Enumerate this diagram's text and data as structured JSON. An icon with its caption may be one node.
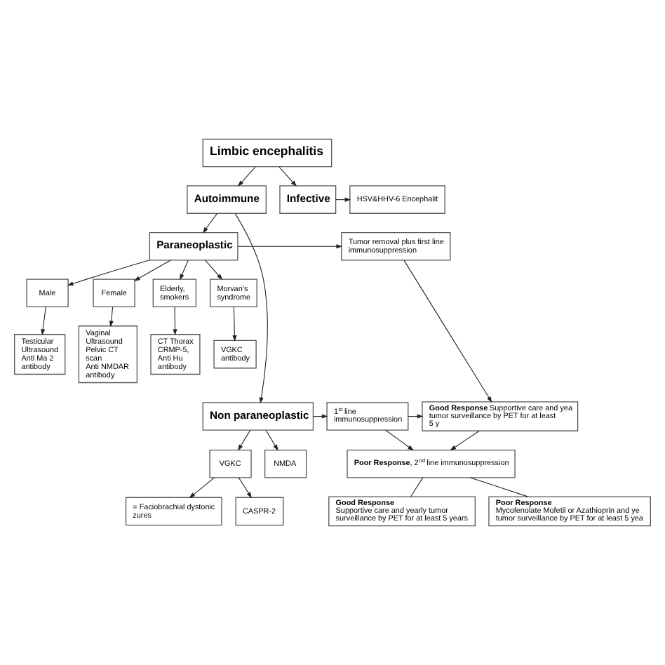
{
  "diagram": {
    "nodes": [
      {
        "text": [
          "Limbic encephalitis"
        ]
      },
      {
        "text": [
          "Autoimmune"
        ]
      },
      {
        "text": [
          "Infective"
        ]
      },
      {
        "text": [
          "HSV&HHV-6 Encephalit"
        ]
      },
      {
        "text": [
          "Paraneoplastic"
        ]
      },
      {
        "text": [
          "Tumor removal plus first line immunosuppression"
        ]
      },
      {
        "text": [
          "Male"
        ]
      },
      {
        "text": [
          "Female"
        ]
      },
      {
        "text": [
          "Elderly, smokers"
        ]
      },
      {
        "text": [
          "Morvan’s syndrome"
        ]
      },
      {
        "text": [
          "Testicular Ultrasound",
          "Anti Ma 2 antibody"
        ]
      },
      {
        "text": [
          "Vaginal Ultrasound",
          "Pelvic CT scan",
          "Anti NMDAR antibody"
        ]
      },
      {
        "text": [
          "CT Thorax",
          "CRMP-5,",
          "Anti Hu antibody"
        ]
      },
      {
        "text": [
          "VGKC antibody"
        ]
      },
      {
        "text": [
          "Non paraneoplastic"
        ]
      },
      {
        "text": [
          "1$^{st}$ line immunosuppression"
        ]
      },
      {
        "text": [
          "**Good Response** Supportive care and yea tumor surveillance by PET for at least 5 y"
        ]
      },
      {
        "text": [
          "VGKC"
        ]
      },
      {
        "text": [
          "NMDA"
        ]
      },
      {
        "text": [
          "**Poor Response**, 2$^{nd}$ line immunosuppression"
        ]
      },
      {
        "text": [
          "= Faciobrachial dystonic zures"
        ]
      },
      {
        "text": [
          "CASPR-2"
        ]
      },
      {
        "text": [
          "Good Response",
          "Supportive care and yearly tumor surveillance by PET for at least 5 years"
        ]
      },
      {
        "text": [
          "Poor Response",
          "Mycofenolate Mofetil or Azathioprin and ye tumor surveillance by PET for at least 5 yea"
        ]
      }
    ],
    "edges": [
      {
        "from": 0,
        "to": 1,
        "arrow": "to"
      },
      {
        "from": 0,
        "to": 2,
        "arrow": "to"
      },
      {
        "from": 2,
        "to": 3,
        "arrow": "to"
      },
      {
        "from": 1,
        "to": 4,
        "arrow": "to"
      },
      {
        "from": 1,
        "to": 14,
        "arrow": "to"
      },
      {
        "from": 4,
        "to": 5,
        "arrow": "to"
      },
      {
        "from": 4,
        "to": 6,
        "arrow": "to"
      },
      {
        "from": 4,
        "to": 7,
        "arrow": "to"
      },
      {
        "from": 4,
        "to": 8,
        "arrow": "to"
      },
      {
        "from": 4,
        "to": 9,
        "arrow": "to"
      },
      {
        "from": 6,
        "to": 10,
        "arrow": "to"
      },
      {
        "from": 7,
        "to": 11,
        "arrow": "to"
      },
      {
        "from": 8,
        "to": 12,
        "arrow": "to"
      },
      {
        "from": 9,
        "to": 13,
        "arrow": "to"
      },
      {
        "from": 5,
        "to": 16,
        "arrow": "to"
      },
      {
        "from": 14,
        "to": 15,
        "arrow": "to"
      },
      {
        "from": 14,
        "to": 17,
        "arrow": "to"
      },
      {
        "from": 14,
        "to": 18,
        "arrow": "to"
      },
      {
        "from": 17,
        "to": 20,
        "arrow": "to"
      },
      {
        "from": 17,
        "to": 21,
        "arrow": "to"
      },
      {
        "from": 15,
        "to": 16,
        "arrow": "to"
      },
      {
        "from": 15,
        "to": 19,
        "arrow": "to"
      },
      {
        "from": 16,
        "to": 19,
        "arrow": "to"
      },
      {
        "from": 19,
        "to": 22,
        "arrow": "none"
      },
      {
        "from": 19,
        "to": 23,
        "arrow": "none"
      }
    ]
  }
}
